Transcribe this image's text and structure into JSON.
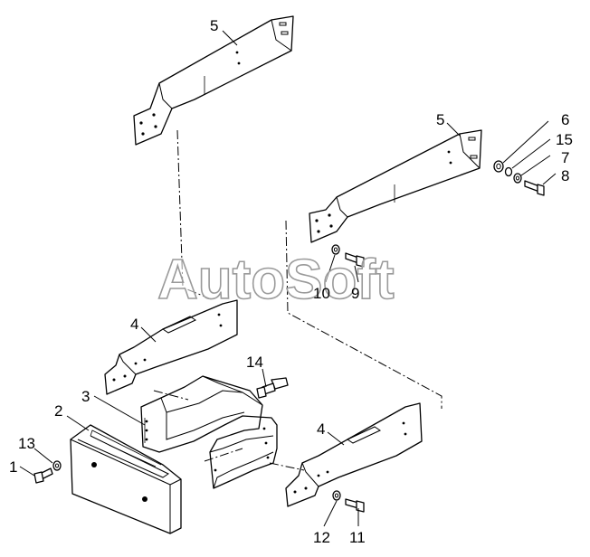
{
  "watermark": "AutoSoft",
  "callouts": {
    "c1": "1",
    "c2": "2",
    "c3": "3",
    "c4a": "4",
    "c4b": "4",
    "c5a": "5",
    "c5b": "5",
    "c6": "6",
    "c7": "7",
    "c8": "8",
    "c9": "9",
    "c10": "10",
    "c11": "11",
    "c12": "12",
    "c13": "13",
    "c14": "14",
    "c15": "15"
  }
}
